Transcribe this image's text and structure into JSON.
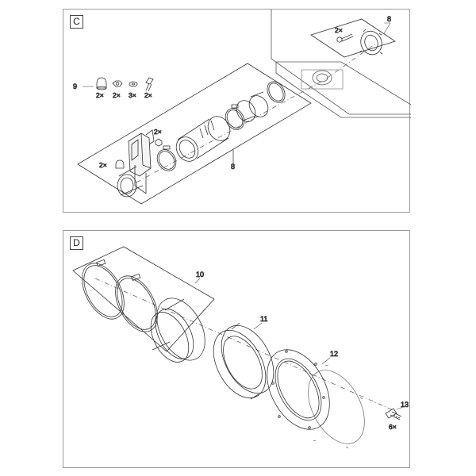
{
  "panel_c": {
    "tag": "C",
    "labels": {
      "screw_qty": "2×",
      "part_8_top": "8",
      "part_9": "9",
      "hw_qty_1": "2×",
      "hw_qty_2": "2×",
      "hw_qty_3": "3×",
      "hw_qty_4": "2×",
      "nut_qty": "2×",
      "cap_qty": "2×",
      "part_8_bottom": "8"
    }
  },
  "panel_d": {
    "tag": "D",
    "labels": {
      "part_10": "10",
      "part_11": "11",
      "part_12": "12",
      "part_13": "13",
      "screw_qty": "6×"
    }
  }
}
